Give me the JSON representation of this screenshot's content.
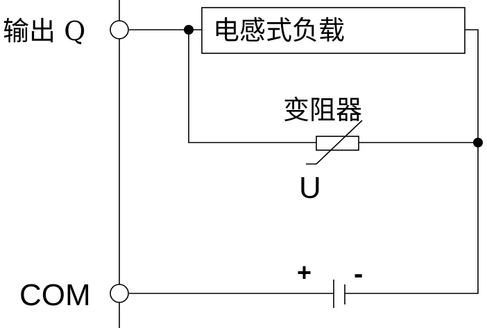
{
  "labels": {
    "output": "输出 Q",
    "common": "COM",
    "load": "电感式负载",
    "varistor": "变阻器",
    "voltage": "U",
    "plus": "+",
    "minus": "-"
  }
}
